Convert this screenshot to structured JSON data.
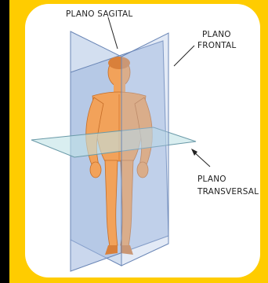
{
  "labels": {
    "sagittal": "PLANO SAGITAL",
    "frontal_line1": "PLANO",
    "frontal_line2": "FRONTAL",
    "transverse_line1": "PLANO",
    "transverse_line2": "TRANSVERSAL"
  },
  "colors": {
    "frame": "#ffcc00",
    "background": "#000000",
    "panel": "#ffffff",
    "plane_fill": "#aec4e4",
    "plane_edge": "#6a86b6",
    "transverse_fill": "#bfe3e6",
    "skin": "#f2a25a",
    "skin_shadow": "#d9803a"
  }
}
